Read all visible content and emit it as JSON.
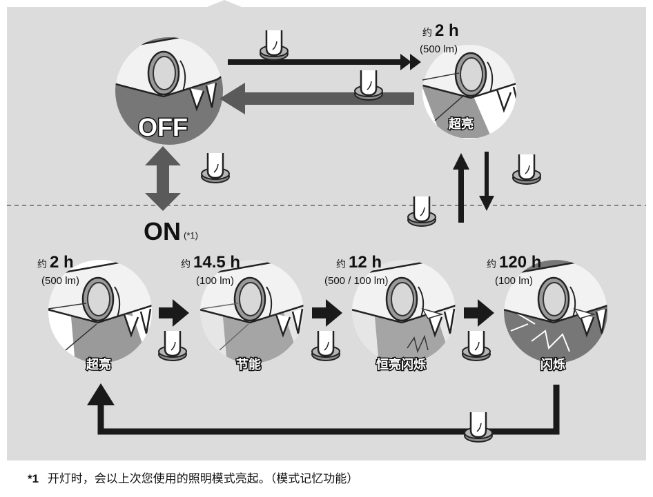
{
  "top": {
    "off_label": "OFF",
    "super_bright": {
      "approx": "约",
      "time": "2 h",
      "lumens": "(500 lm)",
      "mode": "超亮"
    }
  },
  "on_label": {
    "text": "ON",
    "note": "(*1)"
  },
  "modes": [
    {
      "approx": "约",
      "time": "2 h",
      "lumens": "(500 lm)",
      "mode": "超亮"
    },
    {
      "approx": "约",
      "time": "14.5 h",
      "lumens": "(100 lm)",
      "mode": "节能"
    },
    {
      "approx": "约",
      "time": "12 h",
      "lumens": "(500 / 100 lm)",
      "mode": "恒亮闪烁"
    },
    {
      "approx": "约",
      "time": "120 h",
      "lumens": "(100 lm)",
      "mode": "闪烁"
    }
  ],
  "footnote": {
    "marker": "*1",
    "text": "开灯时，会以上次您使用的照明模式亮起。（模式记忆功能）"
  },
  "colors": {
    "panel": "#dcdcdc",
    "dark_arrow": "#1a1a1a",
    "gray_arrow": "#5a5a5a",
    "lens_gray": "#8a8a8a"
  }
}
